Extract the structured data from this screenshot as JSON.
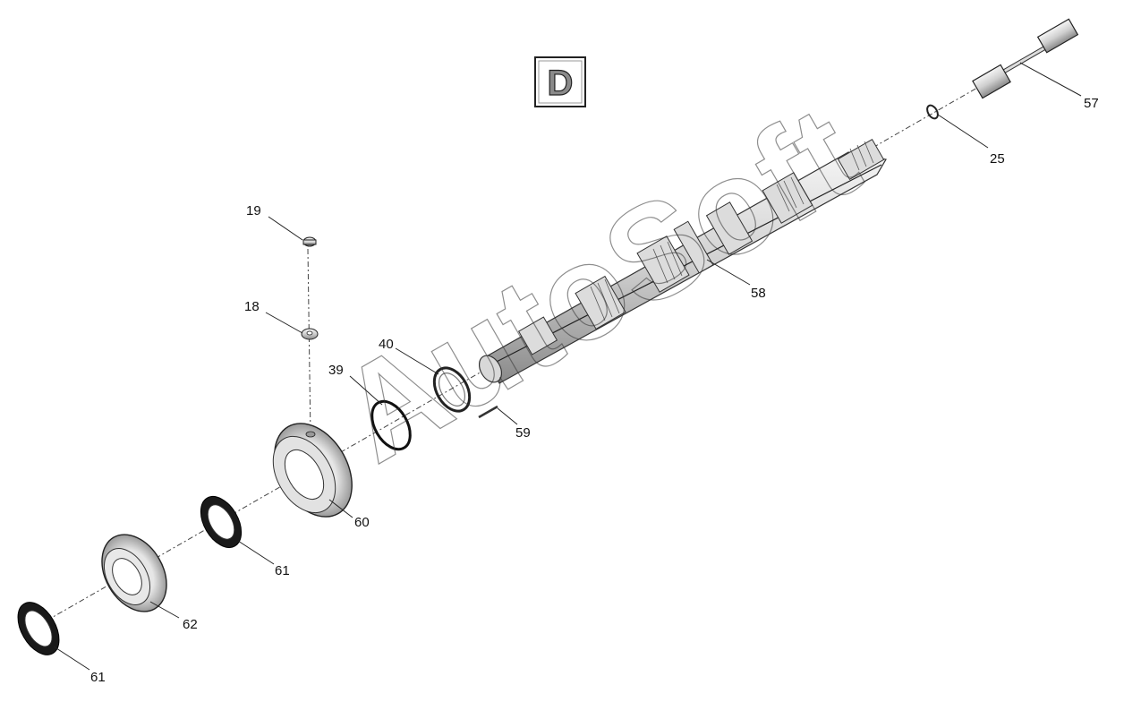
{
  "section_label": "D",
  "watermark": "AutoSoft",
  "callouts": [
    "57",
    "25",
    "19",
    "18",
    "58",
    "40",
    "39",
    "59",
    "60",
    "61",
    "62",
    "61"
  ]
}
